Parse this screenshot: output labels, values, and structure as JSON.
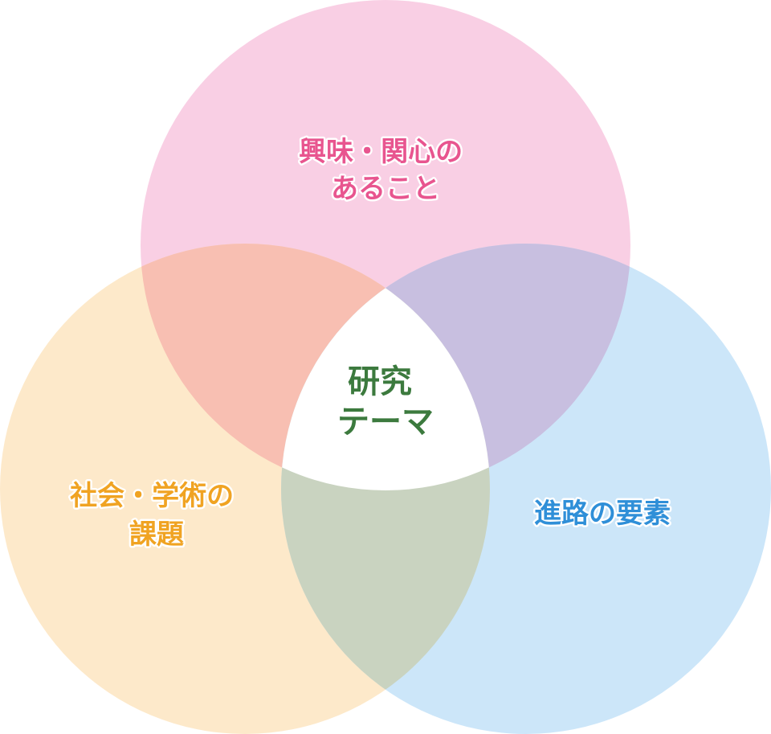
{
  "diagram": {
    "circles": [
      {
        "id": "interest",
        "lines": [
          "興味・関心の",
          "あること"
        ],
        "color": "#f7c3dd"
      },
      {
        "id": "society",
        "lines": [
          "社会・学術の",
          "課題"
        ],
        "color": "#fde3bd"
      },
      {
        "id": "career",
        "lines": [
          "進路の要素"
        ],
        "color": "#bfe0f7"
      }
    ],
    "center": {
      "lines": [
        "研究",
        "テーマ"
      ]
    },
    "overlap_colors": {
      "interest_society": "#f8bfb2",
      "interest_career": "#c8bfe0",
      "society_career": "#c9d3c0"
    },
    "label_colors": {
      "interest": "#e8558f",
      "society": "#f0a322",
      "career": "#2f8fd8",
      "center": "#3c7a3e"
    }
  }
}
